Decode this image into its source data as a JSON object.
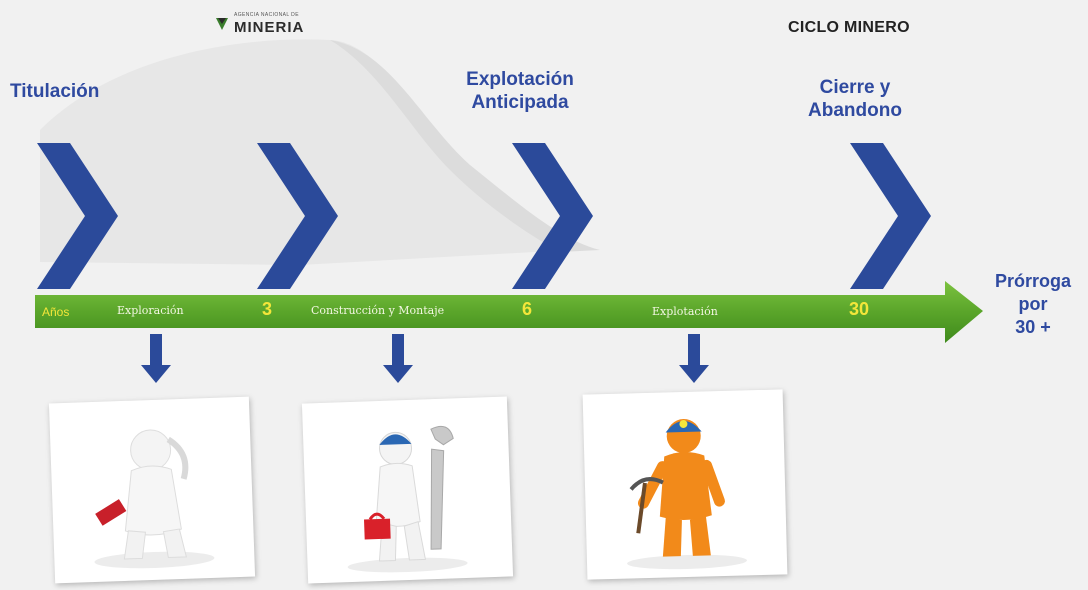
{
  "logo": {
    "top_text": "AGENCIA NACIONAL DE",
    "main_text": "MINERIA"
  },
  "title": "CICLO MINERO",
  "phases": [
    {
      "label": "Titulación"
    },
    {
      "label": ""
    },
    {
      "label": "Explotación\nAnticipada"
    },
    {
      "label": "Cierre y\nAbandono"
    }
  ],
  "timeline": {
    "start_label": "Años",
    "segments": [
      "Exploración",
      "Construcción y Montaje",
      "Explotación"
    ],
    "markers": [
      "3",
      "6",
      "30"
    ],
    "extension": "Prórroga\npor\n30 +"
  },
  "colors": {
    "chevron": "#2b4a9a",
    "bar": "#5aa52a",
    "label_blue": "#2f4aa0",
    "year_yellow": "#f4e63a"
  },
  "icons": [
    "explorer-figure-icon",
    "builder-figure-icon",
    "miner-figure-icon"
  ]
}
